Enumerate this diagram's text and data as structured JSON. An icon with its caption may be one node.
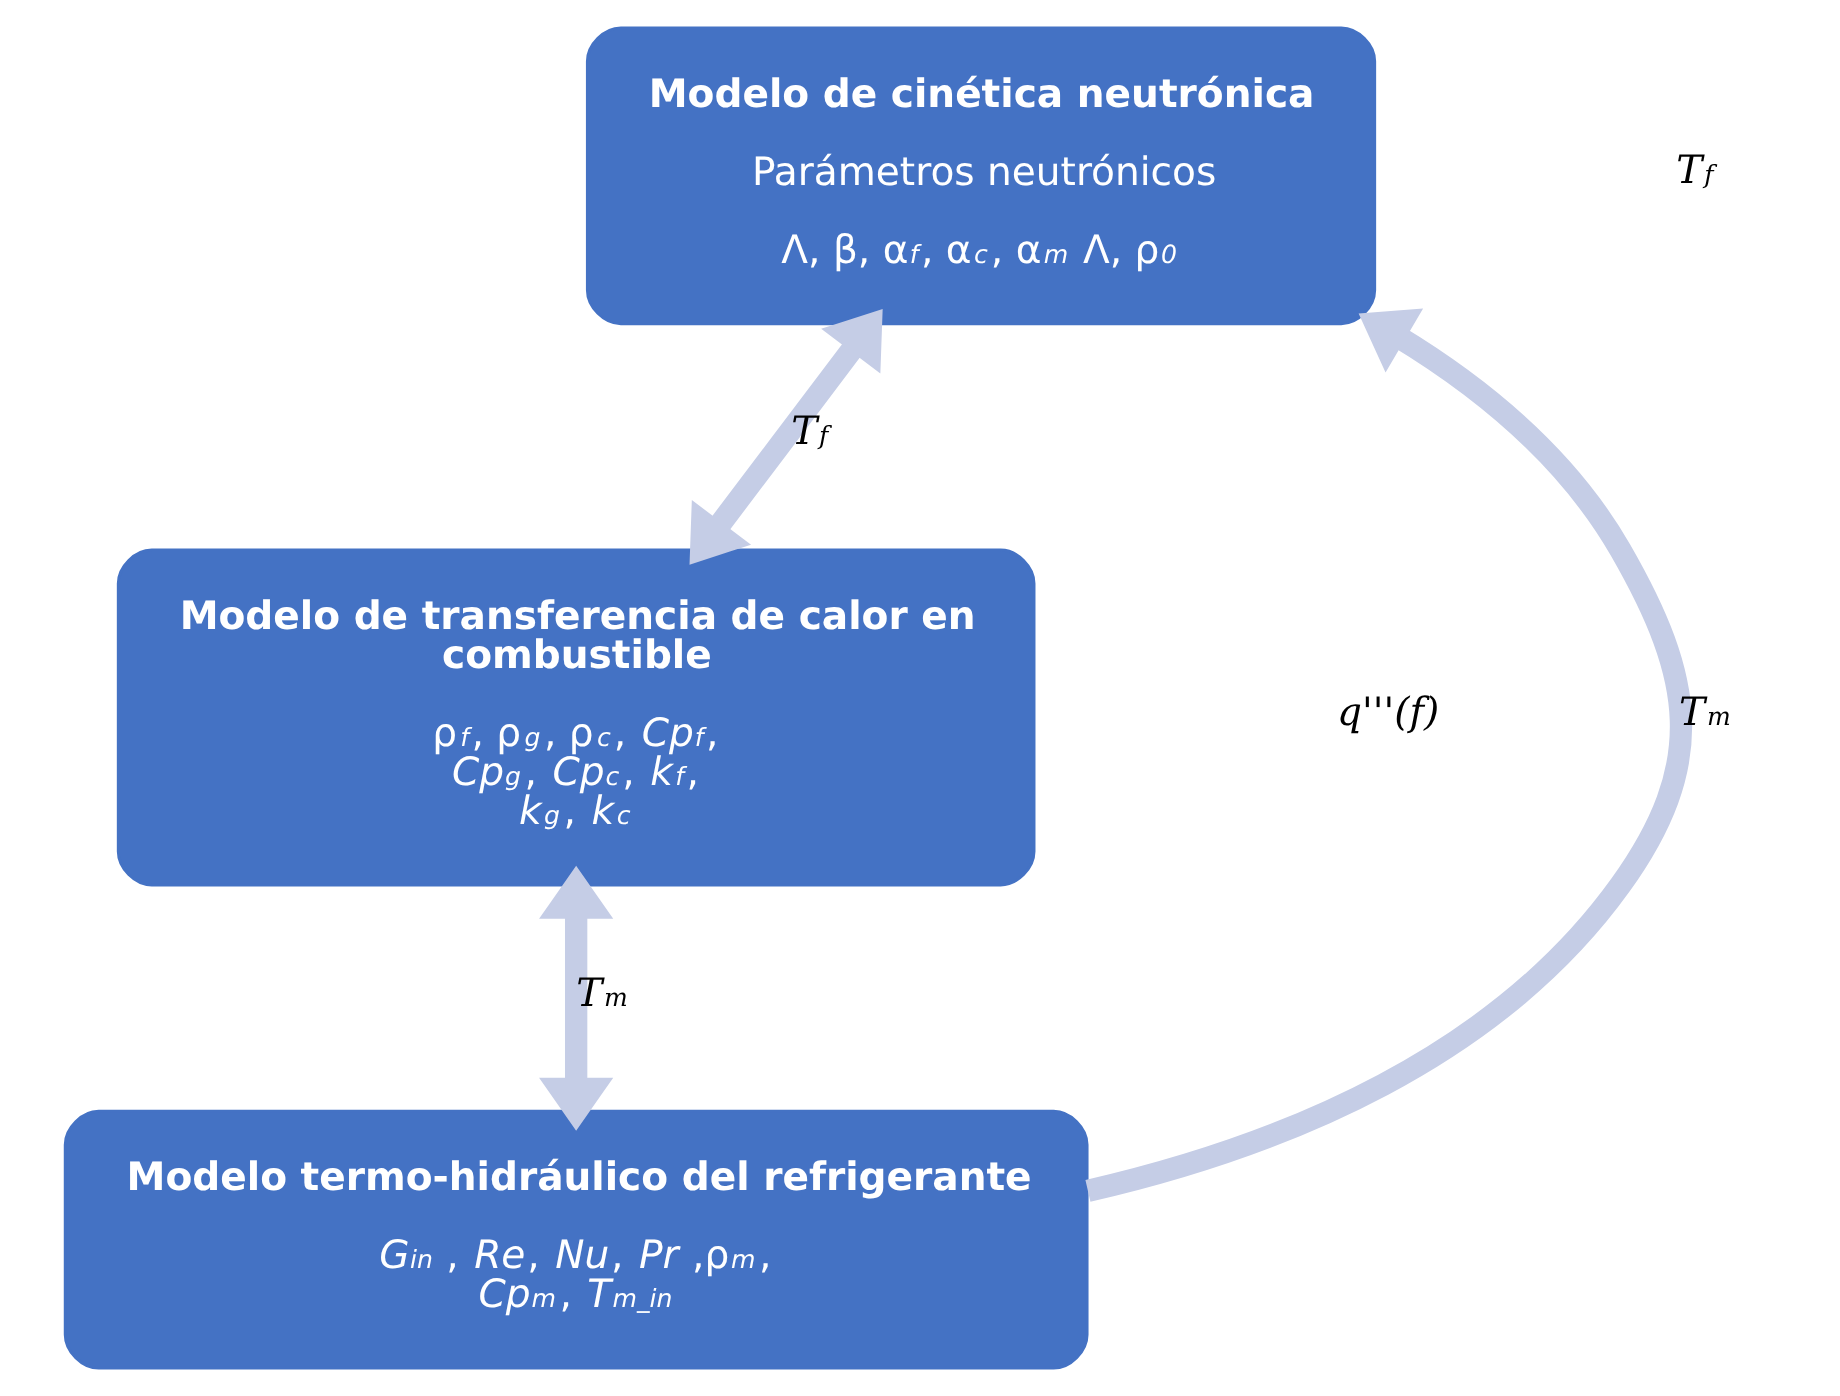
{
  "diagram": {
    "nodes": [
      {
        "text": [
          "Modelo de cinética neutrónica",
          "Parámetros neutrónicos",
          "Λ, β, α$_{f}$, α$_{c}$, α$_{m}$ Λ, ρ$_{0}$"
        ]
      },
      {
        "text": [
          "Modelo de transferencia de calor en combustible",
          "ρ$_{f}$, ρ$_{g}$, ρ$_{c}$, *Cp*$_{f}$, *Cp*$_{g}$, *Cp*$_{c}$, *k*$_{f}$, *k*$_{g}$, *k*$_{c}$"
        ]
      },
      {
        "text": [
          "Modelo termo-hidráulico del refrigerante",
          "*G*$_{in}$ , *Re*, *Nu*, *Pr* ,ρ$_{m}$, *Cp*$_{m}$, *T*$_{m_in}$"
        ]
      }
    ],
    "edges": [
      {
        "from": 0,
        "to": 1,
        "arrow": "both",
        "label": "*T*$_{f}$"
      },
      {
        "from": 1,
        "to": 2,
        "arrow": "both",
        "label": "*T*$_{m}$"
      },
      {
        "from": 2,
        "to": 0,
        "arrow": "to",
        "label": "*T*$_{m}$"
      }
    ],
    "labels": [
      "*q'''(f)*",
      "*T*$_{f}$"
    ]
  }
}
